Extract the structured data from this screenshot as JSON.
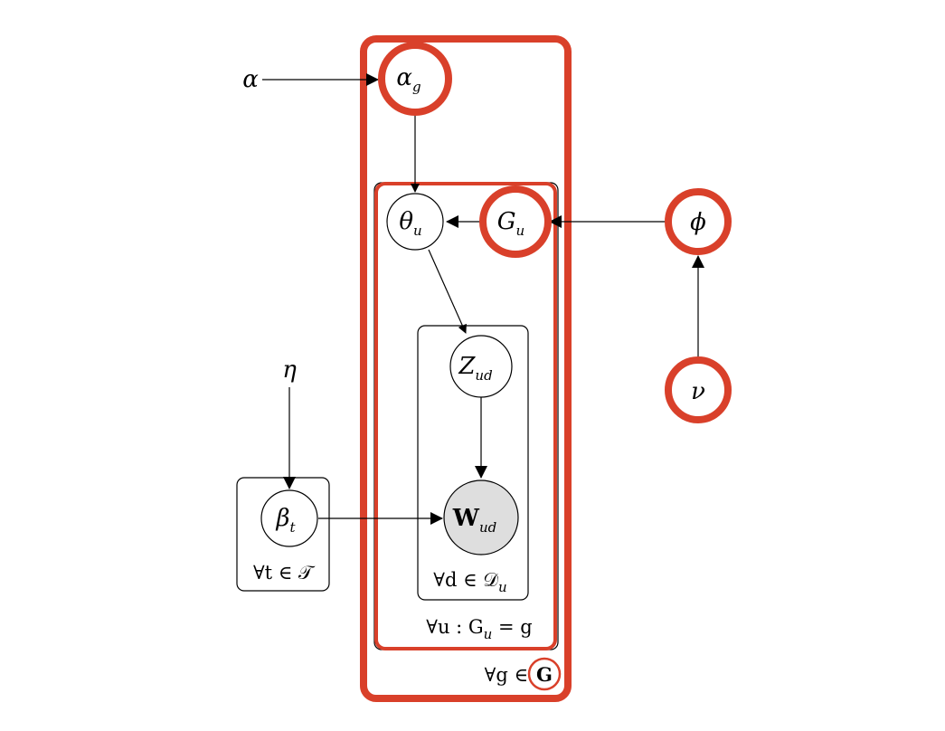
{
  "nodes": {
    "alpha": {
      "label": "α"
    },
    "alpha_g": {
      "label": "α",
      "sub": "g"
    },
    "theta_u": {
      "label": "θ",
      "sub": "u"
    },
    "G_u": {
      "label": "G",
      "sub": "u"
    },
    "phi": {
      "label": "ϕ"
    },
    "nu": {
      "label": "ν"
    },
    "eta": {
      "label": "η"
    },
    "Z_ud": {
      "label": "Z",
      "sub": "ud"
    },
    "W_ud": {
      "label": "W",
      "sub": "ud"
    },
    "beta_t": {
      "label": "β",
      "sub": "t"
    }
  },
  "plates": {
    "t": {
      "label": "∀t ∈ 𝒯"
    },
    "d": {
      "label": "∀d ∈ 𝒟",
      "sub": "u"
    },
    "u": {
      "label": "∀u : G",
      "sub": "u",
      "suffix": " = g"
    },
    "g": {
      "label": "∀g ∈ ",
      "bold": "G"
    }
  },
  "colors": {
    "highlight": "#d9402a",
    "observed_fill": "#dedede",
    "stroke": "#000000"
  }
}
